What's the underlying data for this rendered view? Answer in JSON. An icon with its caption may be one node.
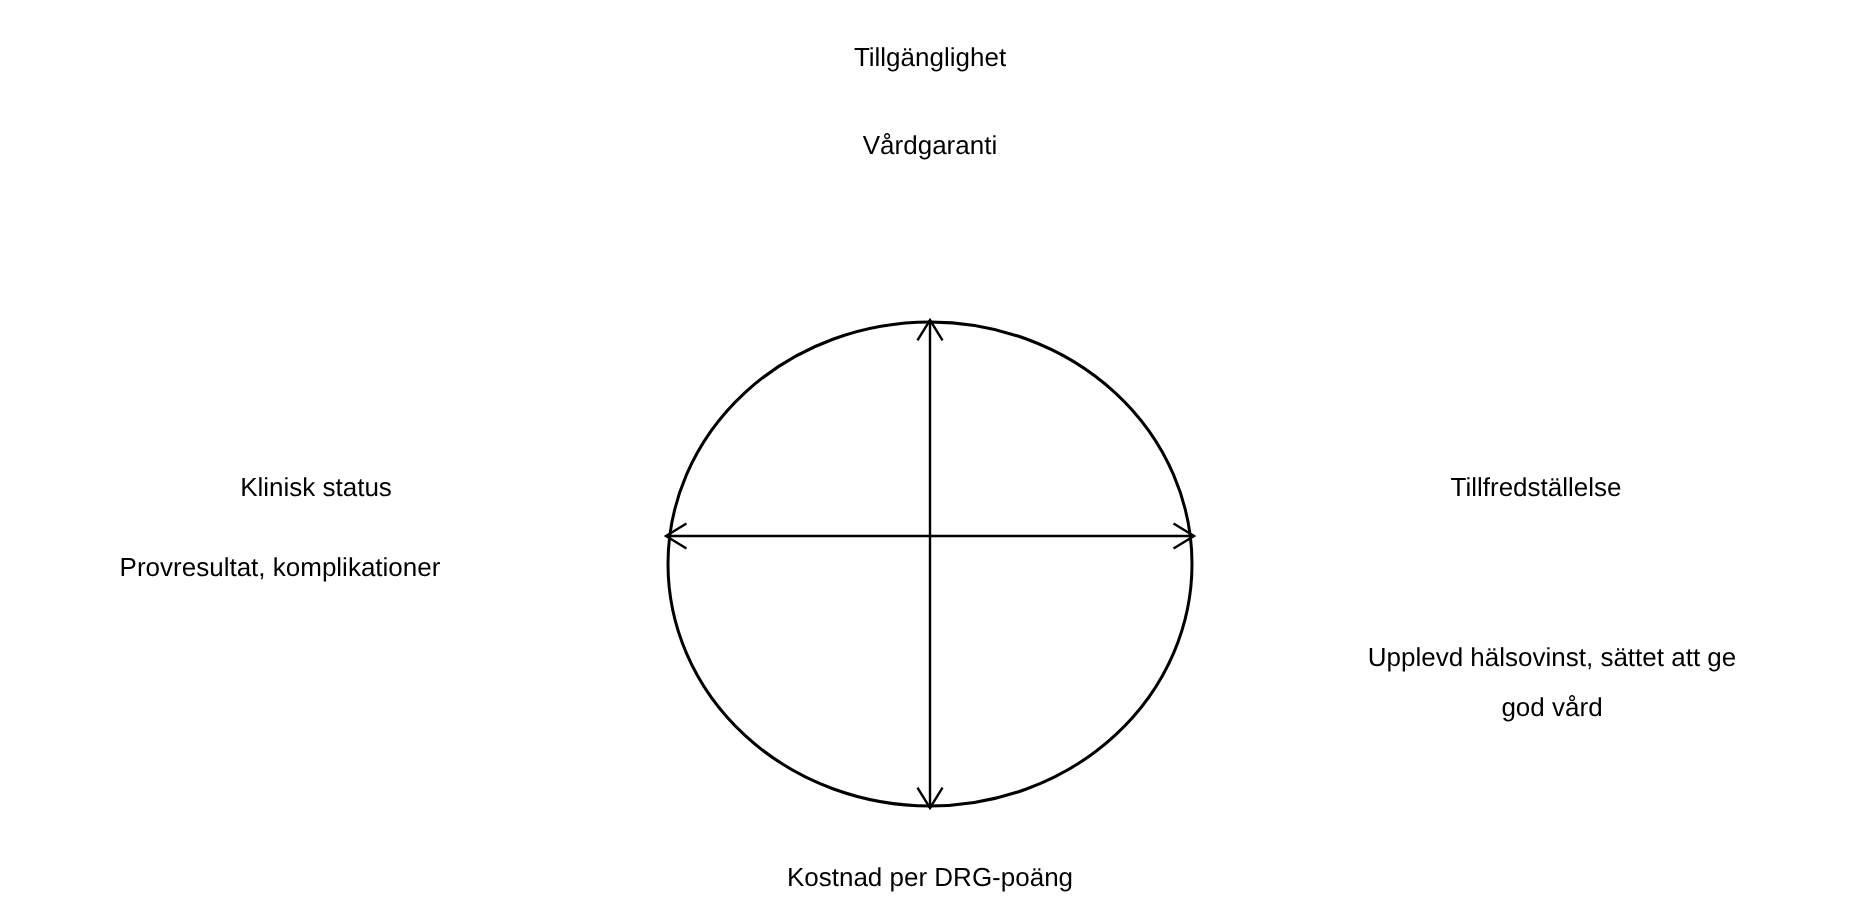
{
  "diagram": {
    "nodes": [
      {
        "text": [],
        "shape": "circle"
      }
    ],
    "labels": [
      "Tillgänglighet",
      "Vårdgaranti",
      "Klinisk status",
      "Provresultat, komplikationer",
      "Tillfredställelse",
      "Upplevd hälsovinst, sättet att ge god vård",
      "Kostnad per DRG-poäng"
    ]
  }
}
